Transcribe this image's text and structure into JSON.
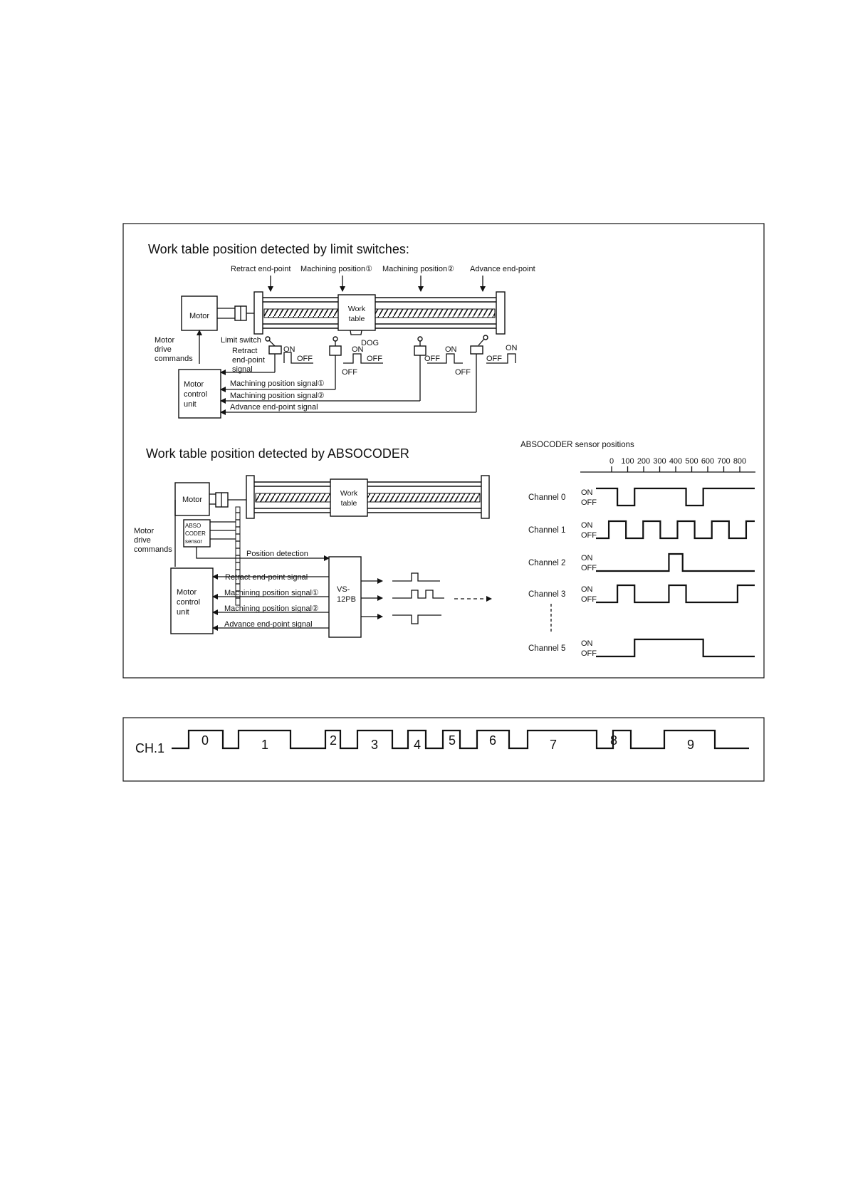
{
  "section1": {
    "title": "Work table position detected by limit switches:",
    "positions": [
      "Retract end-point",
      "Machining position①",
      "Machining position②",
      "Advance end-point"
    ],
    "motor": "Motor",
    "work_table": [
      "Work",
      "table"
    ],
    "dog": "DOG",
    "limit_switch": "Limit switch",
    "motor_drive": [
      "Motor",
      "drive",
      "commands"
    ],
    "control_unit": [
      "Motor",
      "control",
      "unit"
    ],
    "retract_signal": [
      "Retract",
      "end-point",
      "signal"
    ],
    "signals": [
      "Machining position signal①",
      "Machining position signal②",
      "Advance end-point signal"
    ],
    "on": "ON",
    "off": "OFF"
  },
  "section2": {
    "title": "Work table position detected by ABSOCODER",
    "motor": "Motor",
    "work_table": [
      "Work",
      "table"
    ],
    "sensor": [
      "ABSO",
      "CODER",
      "sensor"
    ],
    "motor_drive": [
      "Motor",
      "drive",
      "commands"
    ],
    "control_unit": [
      "Motor",
      "control",
      "unit"
    ],
    "position_detection": "Position detection",
    "signals": [
      "Retract end-point signal",
      "Machining position signal①",
      "Machining position signal②",
      "Advance end-point signal"
    ],
    "vs_unit": [
      "VS-",
      "12PB"
    ]
  },
  "sensor_chart": {
    "title": "ABSOCODER sensor positions",
    "ticks": [
      "0",
      "100",
      "200",
      "300",
      "400",
      "500",
      "600",
      "700",
      "800"
    ],
    "on": "ON",
    "off": "OFF",
    "channels": [
      {
        "name": "Channel 0",
        "edges": [
          0,
          100,
          200,
          500,
          600,
          900
        ],
        "levels": [
          1,
          0,
          1,
          0,
          1
        ]
      },
      {
        "name": "Channel 1",
        "edges": [
          0,
          50,
          150,
          250,
          350,
          450,
          550,
          650,
          750,
          850,
          900
        ],
        "levels": [
          0,
          1,
          0,
          1,
          0,
          1,
          0,
          1,
          0,
          1
        ]
      },
      {
        "name": "Channel 2",
        "edges": [
          0,
          400,
          480,
          900
        ],
        "levels": [
          0,
          1,
          0
        ]
      },
      {
        "name": "Channel 3",
        "edges": [
          0,
          100,
          200,
          400,
          500,
          800,
          900
        ],
        "levels": [
          0,
          1,
          0,
          1,
          0,
          1
        ]
      },
      {
        "name": "Channel 5",
        "edges": [
          0,
          200,
          600,
          900
        ],
        "levels": [
          0,
          1,
          0
        ]
      }
    ]
  },
  "ch1": {
    "label": "CH.1",
    "values": [
      "0",
      "1",
      "2",
      "3",
      "4",
      "5",
      "6",
      "7",
      "8",
      "9"
    ]
  }
}
